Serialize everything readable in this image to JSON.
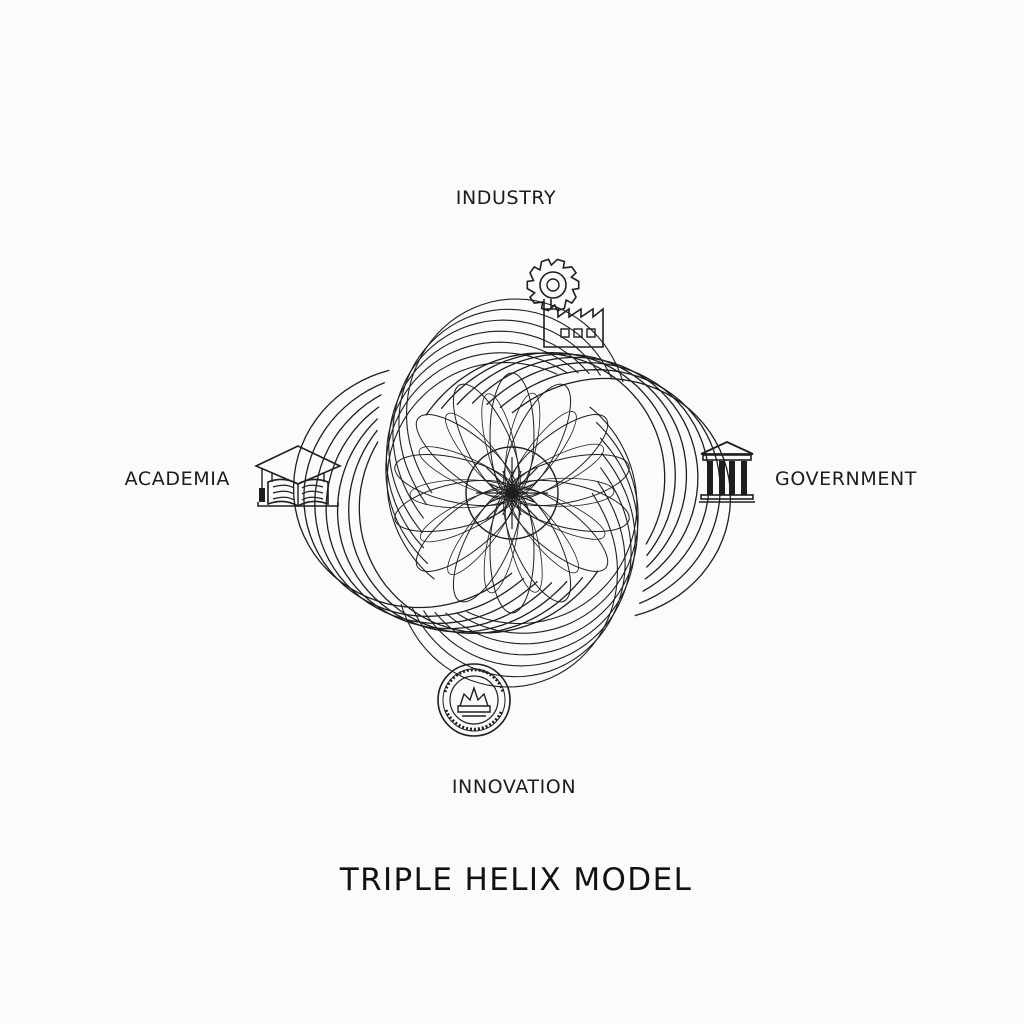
{
  "diagram": {
    "title": "TRIPLE HELIX MODEL",
    "nodes": {
      "top": {
        "label": "INDUSTRY",
        "icon": "factory-gear-icon"
      },
      "left": {
        "label": "ACADEMIA",
        "icon": "graduation-book-icon"
      },
      "right": {
        "label": "GOVERNMENT",
        "icon": "government-building-icon"
      },
      "bottom": {
        "label": "INNOVATION",
        "icon": "seal-emblem-icon"
      }
    },
    "center_icon": "starburst-icon",
    "colors": {
      "background": "#fbfbfa",
      "line": "#1e1e1e"
    }
  }
}
